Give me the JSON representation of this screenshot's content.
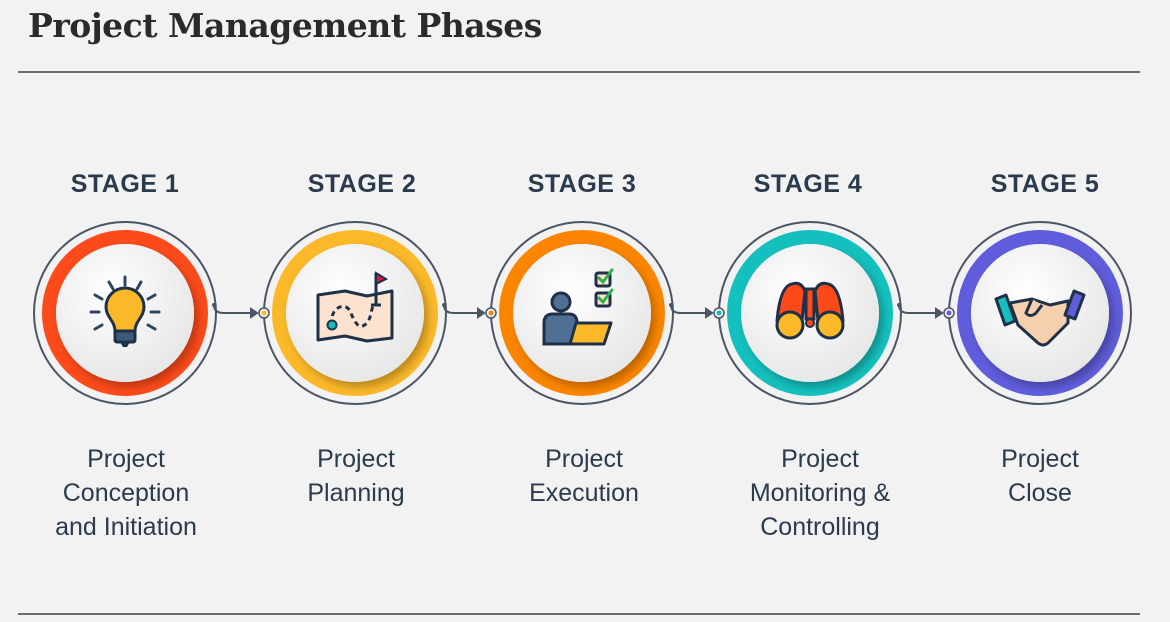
{
  "title": "Project Management Phases",
  "stages": [
    {
      "label": "STAGE 1",
      "desc": [
        "Project",
        "Conception",
        "and Initiation"
      ],
      "icon": "lightbulb-icon",
      "color": "#fc4a1a"
    },
    {
      "label": "STAGE 2",
      "desc": [
        "Project",
        "Planning"
      ],
      "icon": "map-icon",
      "color": "#fbb829"
    },
    {
      "label": "STAGE 3",
      "desc": [
        "Project",
        "Execution"
      ],
      "icon": "person-checklist-icon",
      "color": "#fb8500"
    },
    {
      "label": "STAGE 4",
      "desc": [
        "Project",
        "Monitoring &",
        "Controlling"
      ],
      "icon": "binoculars-icon",
      "color": "#14c0bd"
    },
    {
      "label": "STAGE 5",
      "desc": [
        "Project",
        "Close"
      ],
      "icon": "handshake-icon",
      "color": "#5f5ddb"
    }
  ]
}
